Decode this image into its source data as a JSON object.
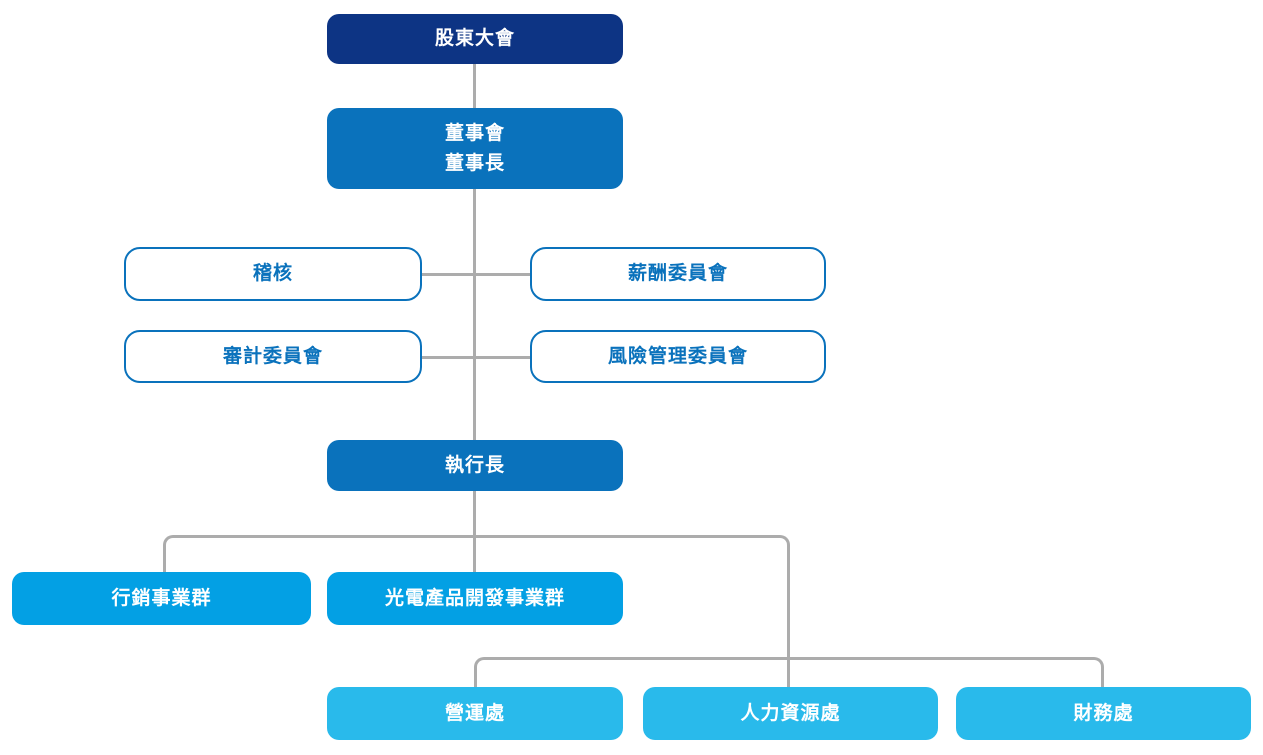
{
  "diagram": {
    "type": "org-chart",
    "language": "zh-TW",
    "colors": {
      "level1_navy": "#0D3484",
      "level2_blue": "#0A72BC",
      "committee_outline_blue": "#0A72BC",
      "business_group_bright_blue": "#03A0E4",
      "division_cyan": "#29BAEB",
      "connector_gray": "#ACACAC",
      "text_on_fill": "#FFFFFF",
      "background": "#FFFFFF"
    },
    "nodes": {
      "shareholders": {
        "label": "股東大會"
      },
      "board": {
        "line1": "董事會",
        "line2": "董事長"
      },
      "audit_office": {
        "label": "稽核"
      },
      "compensation_committee": {
        "label": "薪酬委員會"
      },
      "audit_committee": {
        "label": "審計委員會"
      },
      "risk_management_committee": {
        "label": "風險管理委員會"
      },
      "ceo": {
        "label": "執行長"
      },
      "marketing_business_group": {
        "label": "行銷事業群"
      },
      "optoelectronics_product_dev_business_group": {
        "label": "光電產品開發事業群"
      },
      "operations_division": {
        "label": "營運處"
      },
      "human_resources_division": {
        "label": "人力資源處"
      },
      "finance_division": {
        "label": "財務處"
      }
    }
  }
}
